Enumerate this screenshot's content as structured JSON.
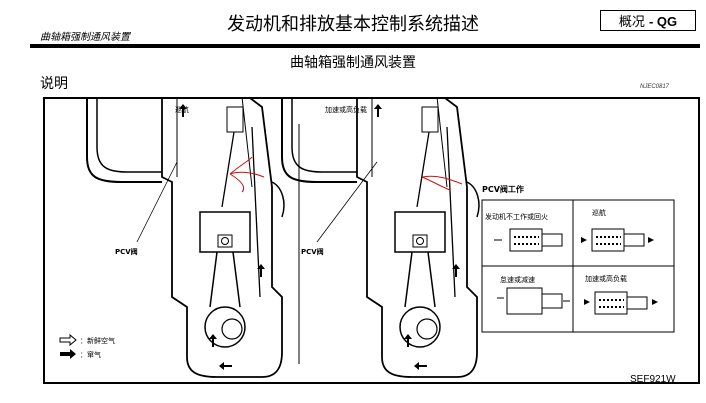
{
  "header": {
    "section_name": "曲轴箱强制通风装置",
    "title": "发动机和排放基本控制系统描述",
    "tag_prefix": "概况",
    "tag_suffix": "- QG"
  },
  "subtitle": "曲轴箱强制通风装置",
  "description_heading": "说明",
  "doc_code": "NJEC0817",
  "figure": {
    "left_title": "巡航",
    "right_title": "加速或高负载",
    "pcv_label_left": "PCV阀",
    "pcv_label_right": "PCV阀",
    "legend": [
      {
        "icon": "hollow-arrow-icon",
        "label": "：新鲜空气"
      },
      {
        "icon": "solid-arrow-icon",
        "label": "：窜气"
      }
    ],
    "pcv_operation": {
      "title": "PCV阀工作",
      "cells": [
        "发动机不工作或回火",
        "巡航",
        "怠速或减速",
        "加速或高负载"
      ]
    },
    "figure_code": "SEF921W"
  },
  "colors": {
    "annotation": "#d01010"
  }
}
